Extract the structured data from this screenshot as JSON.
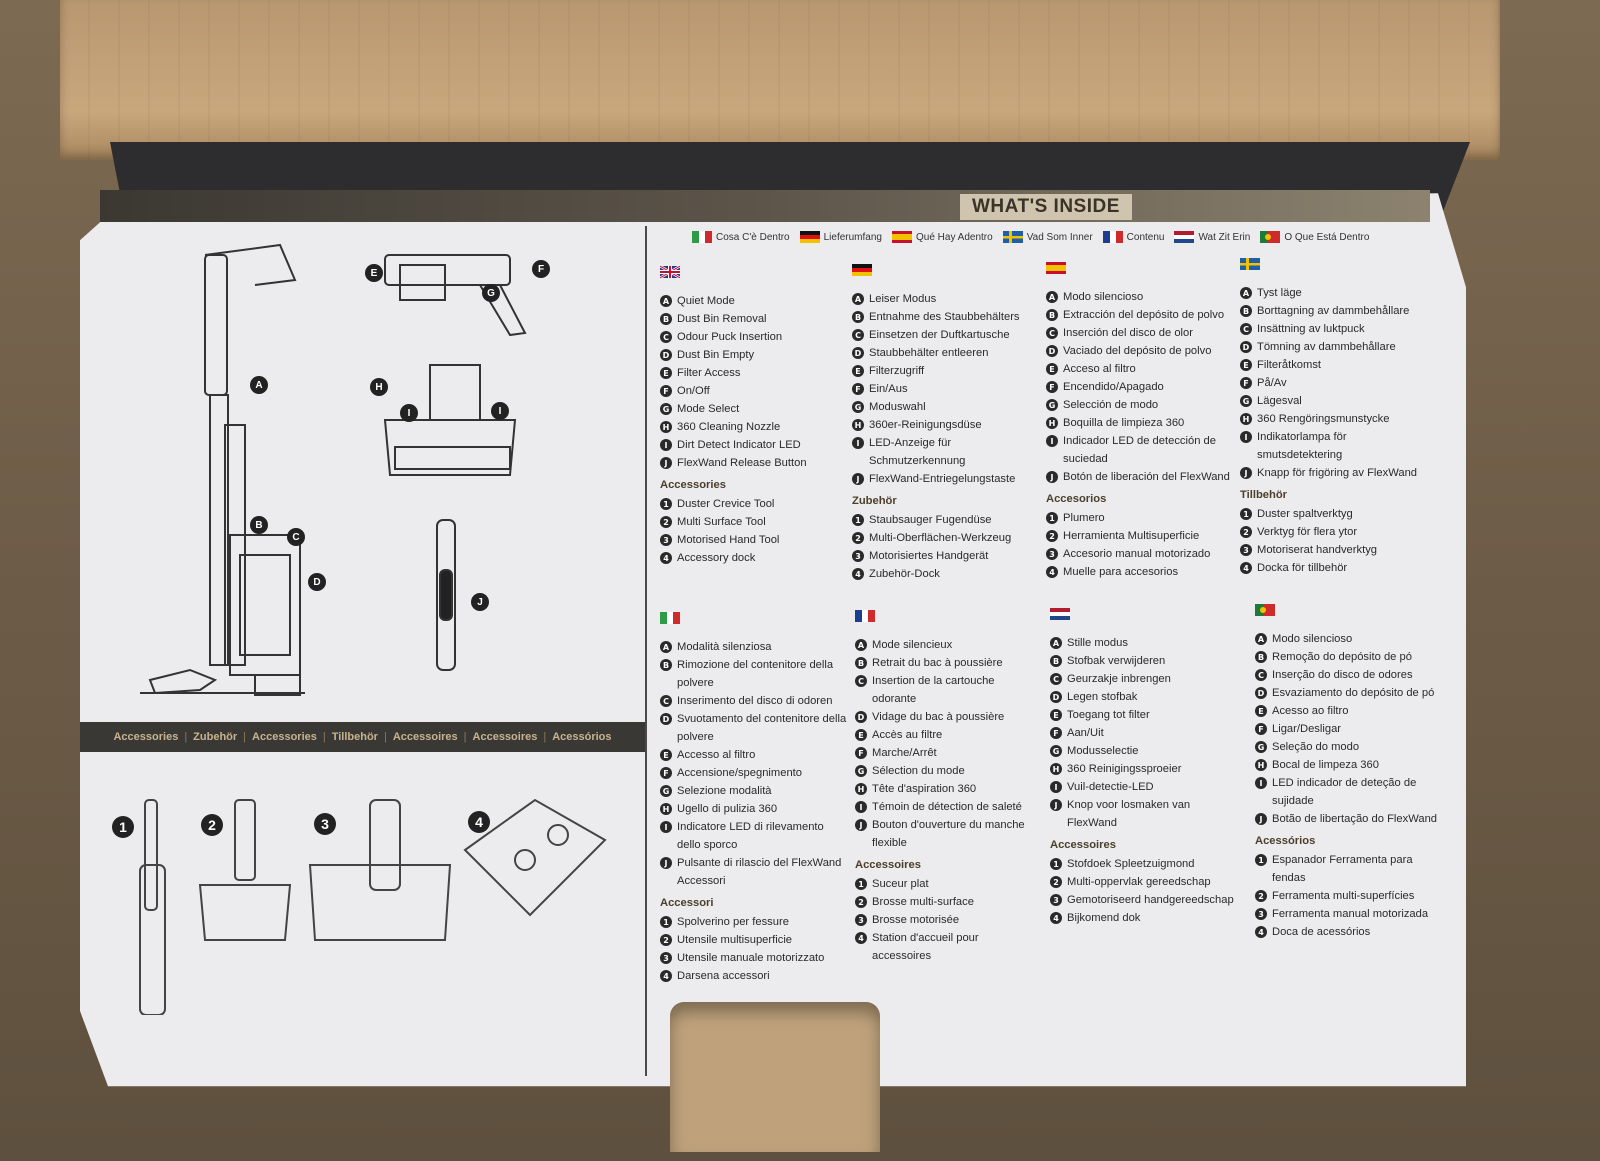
{
  "title": "WHAT'S INSIDE",
  "languages": [
    {
      "label": "Cosa C'è Dentro",
      "flag": "it"
    },
    {
      "label": "Lieferumfang",
      "flag": "de"
    },
    {
      "label": "Qué Hay Adentro",
      "flag": "es"
    },
    {
      "label": "Vad Som Inner",
      "flag": "se"
    },
    {
      "label": "Contenu",
      "flag": "fr"
    },
    {
      "label": "Wat Zit Erin",
      "flag": "nl"
    },
    {
      "label": "O Que Está Dentro",
      "flag": "pt"
    }
  ],
  "accessories_band": [
    "Accessories",
    "Zubehör",
    "Accessories",
    "Tillbehör",
    "Accessoires",
    "Accessoires",
    "Acessórios"
  ],
  "diagram_letters": [
    "A",
    "B",
    "C",
    "D",
    "E",
    "F",
    "G",
    "H",
    "I",
    "I",
    "J"
  ],
  "accessory_numbers": [
    "1",
    "2",
    "3",
    "4"
  ],
  "columns": [
    {
      "flag": "uk",
      "parts": [
        "Quiet Mode",
        "Dust Bin Removal",
        "Odour Puck Insertion",
        "Dust Bin Empty",
        "Filter Access",
        "On/Off",
        "Mode Select",
        "360 Cleaning Nozzle",
        "Dirt Detect Indicator LED",
        "FlexWand Release Button"
      ],
      "acc_title": "Accessories",
      "accessories": [
        "Duster Crevice Tool",
        "Multi Surface Tool",
        "Motorised Hand Tool",
        "Accessory dock"
      ]
    },
    {
      "flag": "de",
      "parts": [
        "Leiser Modus",
        "Entnahme des Staubbehälters",
        "Einsetzen der Duftkartusche",
        "Staubbehälter entleeren",
        "Filterzugriff",
        "Ein/Aus",
        "Moduswahl",
        "360er-Reinigungsdüse",
        "LED-Anzeige für Schmutzerkennung",
        "FlexWand-Entriegelungstaste"
      ],
      "acc_title": "Zubehör",
      "accessories": [
        "Staubsauger Fugendüse",
        "Multi-Oberflächen-Werkzeug",
        "Motorisiertes Handgerät",
        "Zubehör-Dock"
      ]
    },
    {
      "flag": "es",
      "parts": [
        "Modo silencioso",
        "Extracción del depósito de polvo",
        "Inserción del disco de olor",
        "Vaciado del depósito de polvo",
        "Acceso al filtro",
        "Encendido/Apagado",
        "Selección de modo",
        "Boquilla de limpieza 360",
        "Indicador LED de detección de suciedad",
        "Botón de liberación del FlexWand"
      ],
      "acc_title": "Accesorios",
      "accessories": [
        "Plumero",
        "Herramienta Multisuperficie",
        "Accesorio manual motorizado",
        "Muelle para accesorios"
      ]
    },
    {
      "flag": "se",
      "parts": [
        "Tyst läge",
        "Borttagning av dammbehållare",
        "Insättning av luktpuck",
        "Tömning av dammbehållare",
        "Filteråtkomst",
        "På/Av",
        "Lägesval",
        "360 Rengöringsmunstycke",
        "Indikatorlampa för smutsdetektering",
        "Knapp för frigöring av FlexWand"
      ],
      "acc_title": "Tillbehör",
      "accessories": [
        "Duster spaltverktyg",
        "Verktyg för flera ytor",
        "Motoriserat handverktyg",
        "Docka för tillbehör"
      ]
    },
    {
      "flag": "it",
      "parts": [
        "Modalità silenziosa",
        "Rimozione del contenitore della polvere",
        "Inserimento del disco di odoren",
        "Svuotamento del contenitore della polvere",
        "Accesso al filtro",
        "Accensione/spegnimento",
        "Selezione modalità",
        "Ugello di pulizia 360",
        "Indicatore LED di rilevamento dello sporco",
        "Pulsante di rilascio del FlexWand Accessori"
      ],
      "acc_title": "Accessori",
      "accessories": [
        "Spolverino per fessure",
        "Utensile multisuperficie",
        "Utensile manuale motorizzato",
        "Darsena accessori"
      ]
    },
    {
      "flag": "fr",
      "parts": [
        "Mode silencieux",
        "Retrait du bac à poussière",
        "Insertion de la cartouche odorante",
        "Vidage du bac à poussière",
        "Accès au filtre",
        "Marche/Arrêt",
        "Sélection du mode",
        "Tête d'aspiration 360",
        "Témoin de détection de saleté",
        "Bouton d'ouverture du manche flexible"
      ],
      "acc_title": "Accessoires",
      "accessories": [
        "Suceur plat",
        "Brosse multi-surface",
        "Brosse motorisée",
        "Station d'accueil pour accessoires"
      ]
    },
    {
      "flag": "nl",
      "parts": [
        "Stille modus",
        "Stofbak verwijderen",
        "Geurzakje inbrengen",
        "Legen stofbak",
        "Toegang tot filter",
        "Aan/Uit",
        "Modusselectie",
        "360 Reinigingssproeier",
        "Vuil-detectie-LED",
        "Knop voor losmaken van FlexWand"
      ],
      "acc_title": "Accessoires",
      "accessories": [
        "Stofdoek Spleetzuigmond",
        "Multi-oppervlak gereedschap",
        "Gemotoriseerd handgereedschap",
        "Bijkomend dok"
      ]
    },
    {
      "flag": "pt",
      "parts": [
        "Modo silencioso",
        "Remoção do depósito de pó",
        "Inserção do disco de odores",
        "Esvaziamento do depósito de pó",
        "Acesso ao filtro",
        "Ligar/Desligar",
        "Seleção do modo",
        "Bocal de limpeza 360",
        "LED indicador de deteção de sujidade",
        "Botão de libertação do FlexWand"
      ],
      "acc_title": "Acessórios",
      "accessories": [
        "Espanador Ferramenta para fendas",
        "Ferramenta multi-superfícies",
        "Ferramenta manual motorizada",
        "Doca de acessórios"
      ]
    }
  ]
}
